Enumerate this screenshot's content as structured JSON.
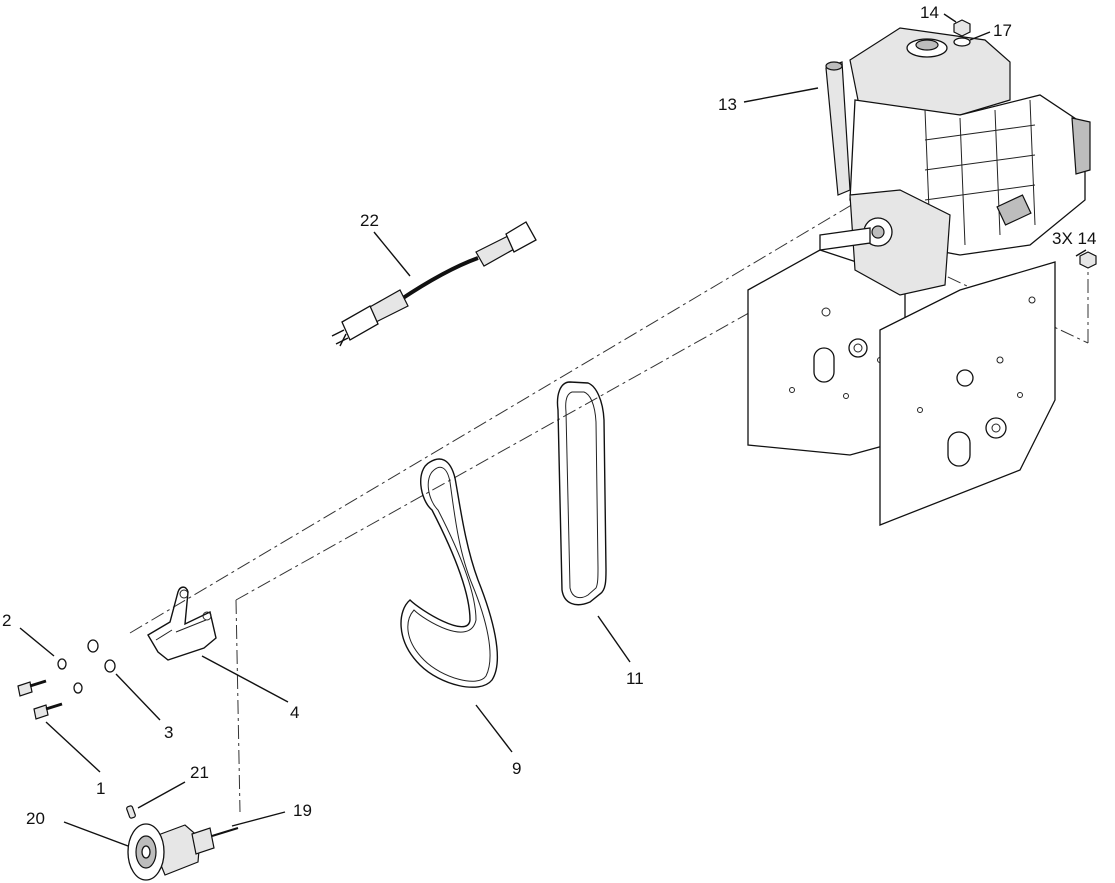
{
  "callouts": {
    "c1": "1",
    "c2": "2",
    "c3": "3",
    "c4": "4",
    "c9": "9",
    "c11": "11",
    "c13": "13",
    "c14a": "14",
    "c14b": "3X 14",
    "c17": "17",
    "c19": "19",
    "c20": "20",
    "c21": "21",
    "c22": "22"
  }
}
